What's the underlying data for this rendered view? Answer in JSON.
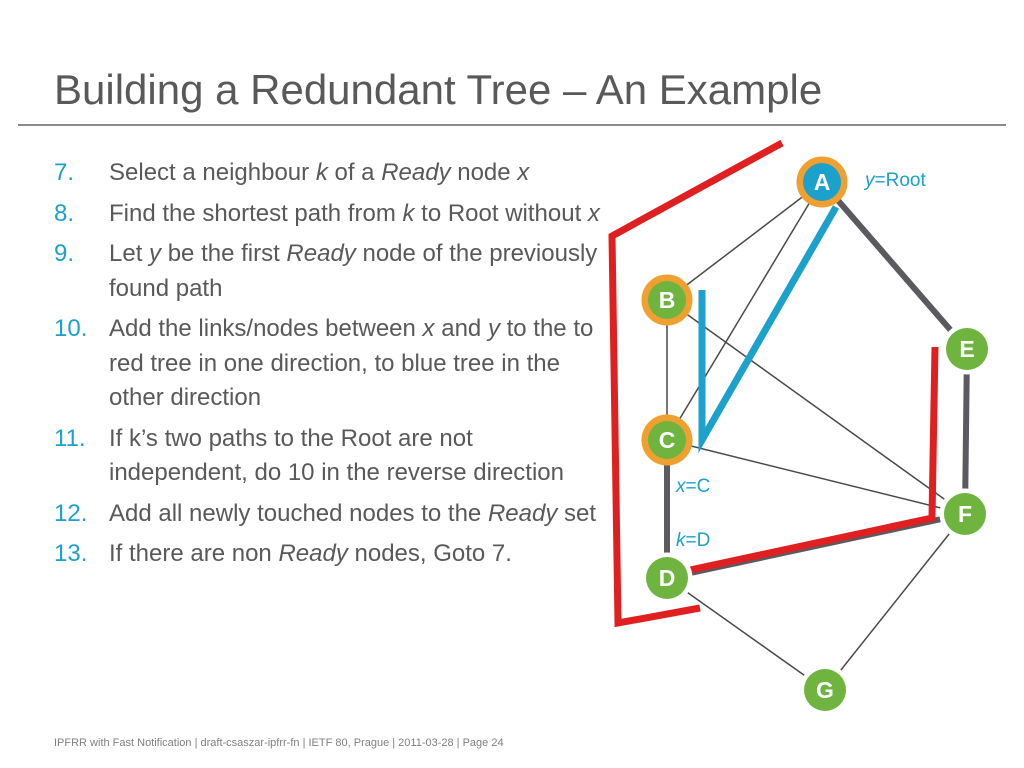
{
  "slide": {
    "title": "Building a Redundant Tree – An Example",
    "steps": [
      {
        "num": "7.",
        "parts": [
          {
            "t": "Select a neighbour "
          },
          {
            "t": "k",
            "i": true
          },
          {
            "t": " of a "
          },
          {
            "t": "Ready",
            "i": true
          },
          {
            "t": " node "
          },
          {
            "t": "x",
            "i": true
          }
        ]
      },
      {
        "num": "8.",
        "parts": [
          {
            "t": "Find the shortest path from "
          },
          {
            "t": "k",
            "i": true
          },
          {
            "t": " to Root without "
          },
          {
            "t": "x",
            "i": true
          }
        ]
      },
      {
        "num": "9.",
        "parts": [
          {
            "t": "Let "
          },
          {
            "t": "y",
            "i": true
          },
          {
            "t": " be the first "
          },
          {
            "t": "Ready",
            "i": true
          },
          {
            "t": " node of the previously found path"
          }
        ]
      },
      {
        "num": "10.",
        "parts": [
          {
            "t": "Add the links/nodes between "
          },
          {
            "t": "x",
            "i": true
          },
          {
            "t": " and "
          },
          {
            "t": "y",
            "i": true
          },
          {
            "t": " to the to red tree in one direction, to blue tree in the other direction"
          }
        ]
      },
      {
        "num": "11.",
        "parts": [
          {
            "t": "If k’s two paths to the Root are not independent, do 10 in the reverse direction"
          }
        ]
      },
      {
        "num": "12.",
        "parts": [
          {
            "t": "Add all newly touched nodes to the "
          },
          {
            "t": "Ready",
            "i": true
          },
          {
            "t": " set"
          }
        ]
      },
      {
        "num": "13.",
        "parts": [
          {
            "t": "If there are non "
          },
          {
            "t": "Ready",
            "i": true
          },
          {
            "t": " nodes, Goto 7."
          }
        ]
      }
    ],
    "footer": "IPFRR with Fast Notification  |  draft-csaszar-ipfrr-fn  |  IETF 80, Prague  |  2011-03-28  |  Page 24"
  },
  "diagram": {
    "nodes": {
      "A": {
        "label": "A",
        "fill": "#1ba1cc",
        "ring": "#f0a030"
      },
      "B": {
        "label": "B",
        "fill": "#6eb43f",
        "ring": "#f0a030"
      },
      "C": {
        "label": "C",
        "fill": "#6eb43f",
        "ring": "#f0a030"
      },
      "D": {
        "label": "D",
        "fill": "#6eb43f",
        "ring": "#ffffff"
      },
      "E": {
        "label": "E",
        "fill": "#6eb43f",
        "ring": "#ffffff"
      },
      "F": {
        "label": "F",
        "fill": "#6eb43f",
        "ring": "#ffffff"
      },
      "G": {
        "label": "G",
        "fill": "#6eb43f",
        "ring": "#ffffff"
      }
    },
    "annotations": {
      "a_var": "y",
      "a_eq": "=Root",
      "c_var": "x",
      "c_eq": "=C",
      "d_var": "k",
      "d_eq": "=D"
    },
    "colors": {
      "red": "#e02020",
      "blue": "#1ba1cc",
      "thick": "#5a5a60",
      "thin": "#4a4a4a"
    }
  }
}
